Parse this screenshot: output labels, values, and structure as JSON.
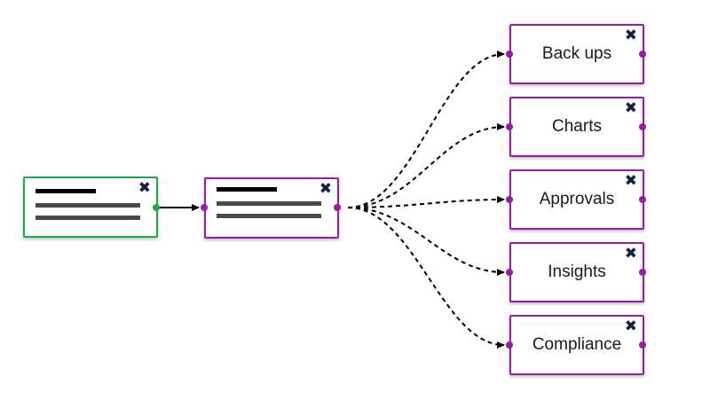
{
  "colors": {
    "source_border": "#22a84a",
    "target_border": "#9c1aa8",
    "close_icon": "#14213d",
    "port_purple": "#9c1aa8",
    "port_green": "#22a84a",
    "edge": "#000000"
  },
  "icons": {
    "close": "close-icon"
  },
  "nodes": {
    "source": {
      "close": "✖"
    },
    "router": {
      "close": "✖"
    },
    "targets": [
      {
        "label": "Back ups",
        "close": "✖"
      },
      {
        "label": "Charts",
        "close": "✖"
      },
      {
        "label": "Approvals",
        "close": "✖"
      },
      {
        "label": "Insights",
        "close": "✖"
      },
      {
        "label": "Compliance",
        "close": "✖"
      }
    ]
  }
}
